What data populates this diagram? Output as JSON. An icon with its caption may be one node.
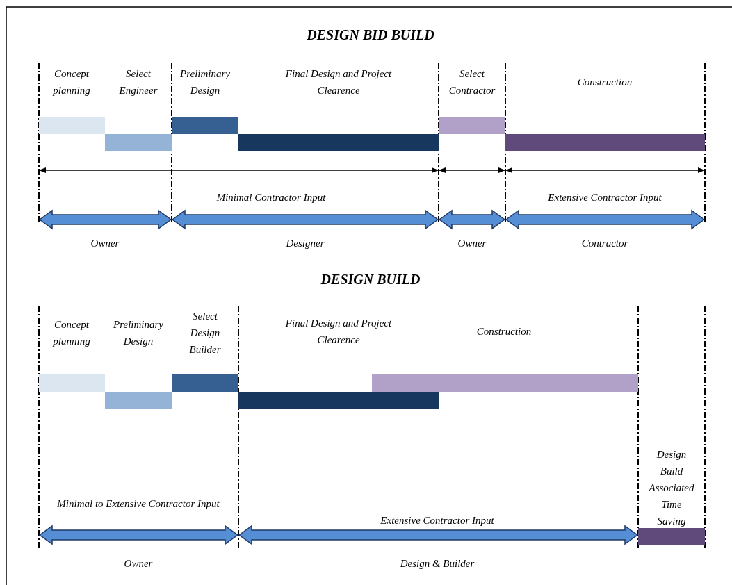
{
  "diagram": {
    "labels": [
      "DESIGN BID BUILD",
      "Concept planning",
      "Select Engineer",
      "Preliminary Design",
      "Final Design and Project Clearence",
      "Select Contractor",
      "Construction",
      "Minimal Contractor Input",
      "Extensive Contractor Input",
      "Owner",
      "Designer",
      "Owner",
      "Contractor",
      "DESIGN BUILD",
      "Concept planning",
      "Preliminary Design",
      "Select Design Builder",
      "Final Design and Project Clearence",
      "Construction",
      "Design Build Associated Time Saving",
      "Minimal to Extensive Contractor Input",
      "Extensive Contractor Input",
      "Owner",
      "Design & Builder"
    ]
  }
}
